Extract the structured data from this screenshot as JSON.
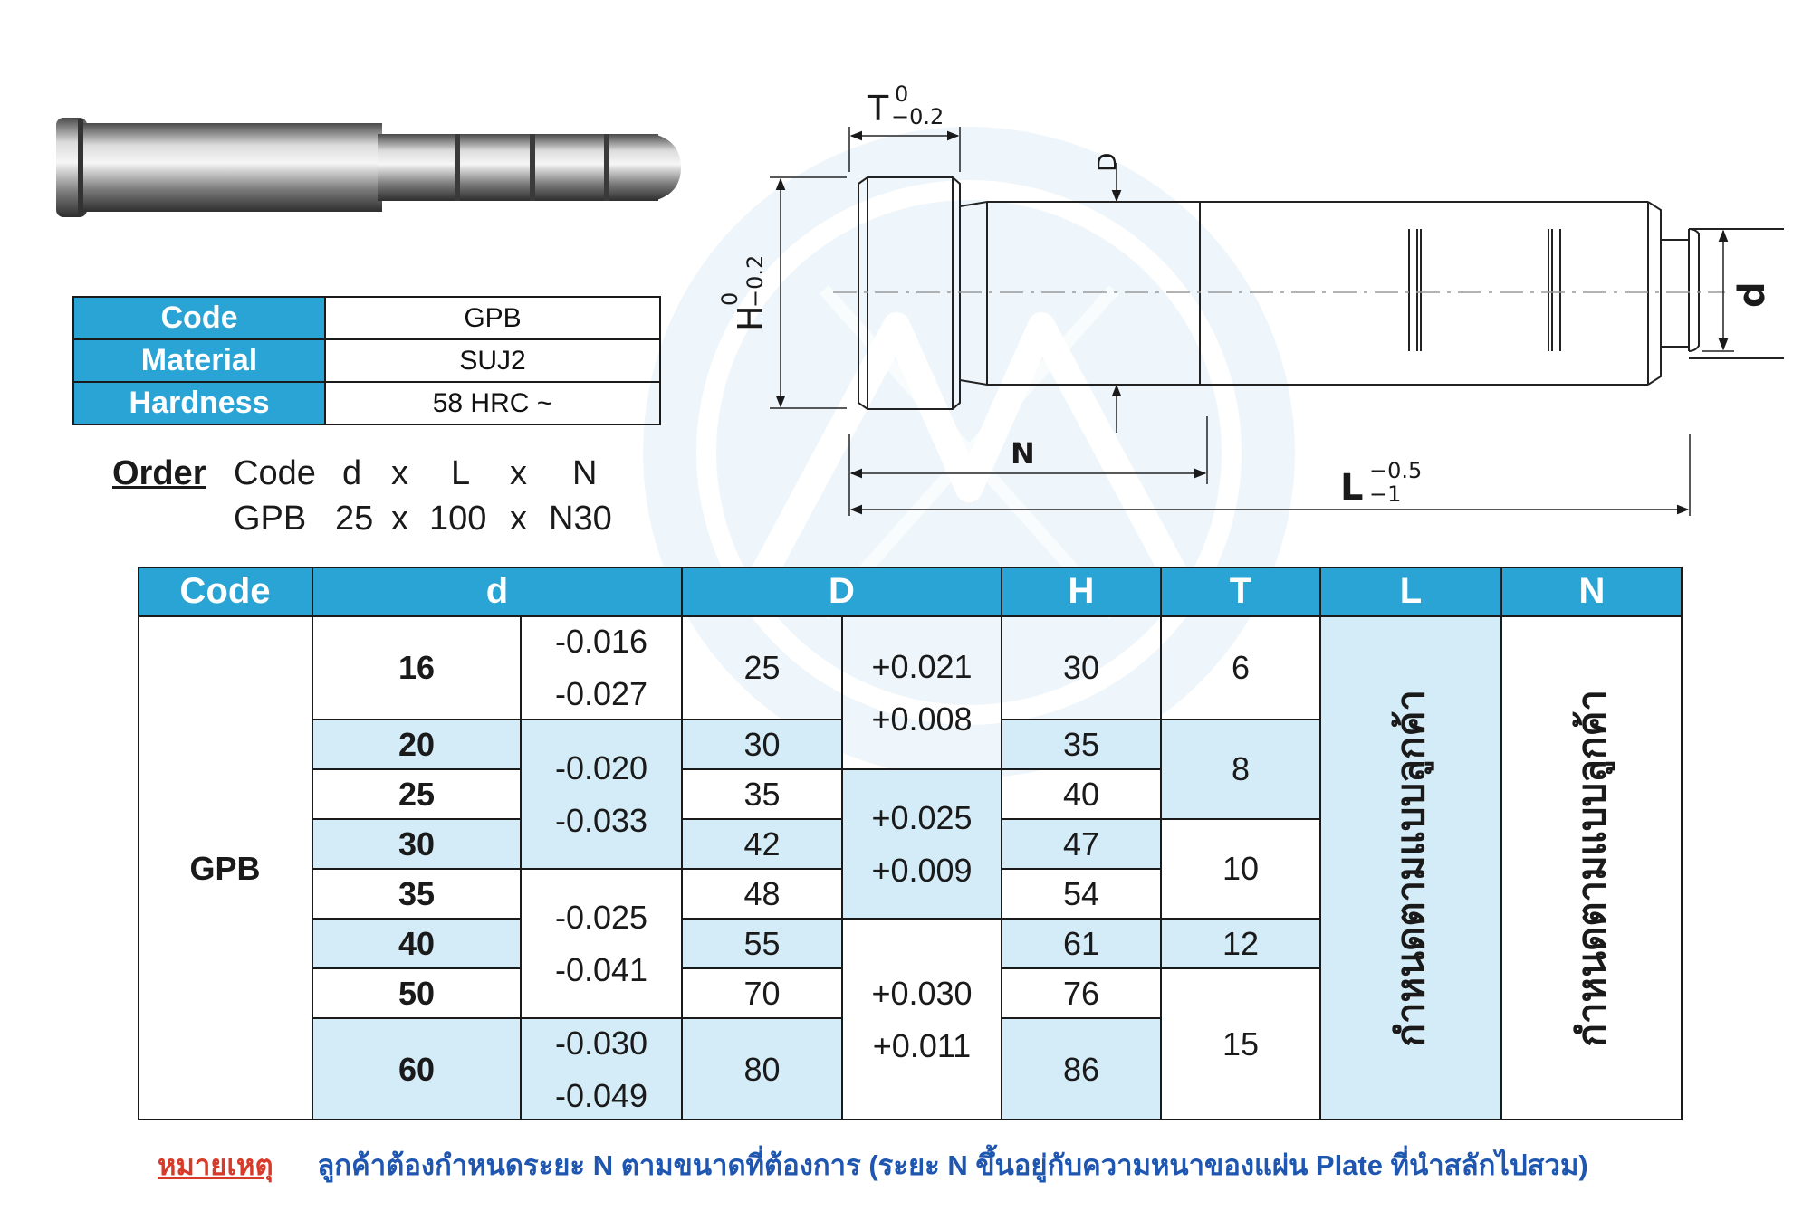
{
  "spec": [
    {
      "key": "Code",
      "value": "GPB"
    },
    {
      "key": "Material",
      "value": "SUJ2"
    },
    {
      "key": "Hardness",
      "value": "58 HRC ~"
    }
  ],
  "order": {
    "title": "Order",
    "fmt": {
      "code": "Code",
      "d": "d",
      "x1": "x",
      "L": "L",
      "x2": "x",
      "N": "N"
    },
    "example": {
      "code": "GPB",
      "d": "25",
      "x1": "x",
      "L": "100",
      "x2": "x",
      "N": "N30"
    }
  },
  "drawing": {
    "T": "T",
    "T_upper": "0",
    "T_lower": "−0.2",
    "H": "H",
    "H_upper": "0",
    "H_lower": "−0.2",
    "D": "D",
    "d": "d",
    "N": "N",
    "L": "L",
    "L_upper": "−0.5",
    "L_lower": "−1"
  },
  "table": {
    "headers": {
      "code": "Code",
      "d": "d",
      "D": "D",
      "H": "H",
      "T": "T",
      "L": "L",
      "N": "N"
    },
    "code": "GPB",
    "d_values": [
      "16",
      "20",
      "25",
      "30",
      "35",
      "40",
      "50",
      "60"
    ],
    "d_tol": [
      {
        "upper": "-0.016",
        "lower": "-0.027"
      },
      {
        "upper": "-0.020",
        "lower": "-0.033"
      },
      {
        "upper": "-0.025",
        "lower": "-0.041"
      },
      {
        "upper": "-0.030",
        "lower": "-0.049"
      }
    ],
    "D_values": [
      "25",
      "30",
      "35",
      "42",
      "48",
      "55",
      "70",
      "80"
    ],
    "D_tol": [
      {
        "upper": "+0.021",
        "lower": "+0.008"
      },
      {
        "upper": "+0.025",
        "lower": "+0.009"
      },
      {
        "upper": "+0.030",
        "lower": "+0.011"
      }
    ],
    "H_values": [
      "30",
      "35",
      "40",
      "47",
      "54",
      "61",
      "76",
      "86"
    ],
    "T_values": [
      "6",
      "8",
      "10",
      "12",
      "15"
    ],
    "L_text": "กำหนดตามแบบลูกค้า",
    "N_text": "กำหนดตามแบบลูกค้า"
  },
  "note": {
    "label": "หมายเหตุ",
    "text": "ลูกค้าต้องกำหนดระยะ N ตามขนาดที่ต้องการ (ระยะ N ขึ้นอยู่กับความหนาของแผ่น Plate ที่นำสลักไปสวม)"
  },
  "colors": {
    "header": "#2aa4d5",
    "shade": "#d4ecf7",
    "note_label": "#d83a2a",
    "note_text": "#1f56b0"
  }
}
